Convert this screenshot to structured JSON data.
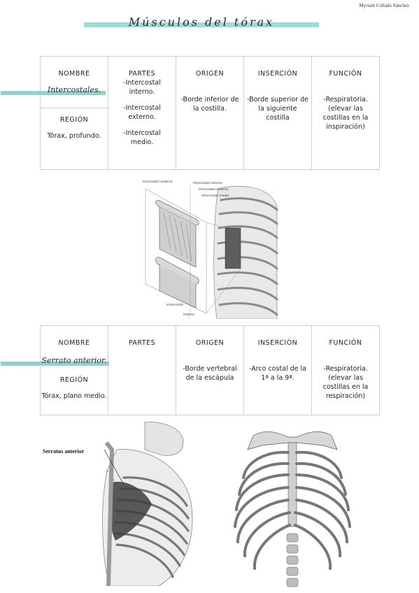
{
  "author": "Myriam Collado Sánchez",
  "title": "Músculos del tórax",
  "headers": {
    "nombre": "NOMBRE",
    "partes": "PARTES",
    "origen": "ORIGEN",
    "insercion": "INSERCIÓN",
    "funcion": "FUNCIÓN",
    "region": "REGIÓN"
  },
  "muscles": [
    {
      "name": "Intercostales.",
      "region": "Tórax, profundo.",
      "partes": [
        "-Intercostal interno.",
        "-Intercostal externo.",
        "-Intercostal medio."
      ],
      "origen": "-Borde inferior de la costilla.",
      "insercion": "-Borde superior de la siguiente costilla",
      "funcion": "-Respiratoria. (elevar las costillas en la inspiración)"
    },
    {
      "name": "Serrato anterior.",
      "region": "Tórax, plano medio.",
      "partes": [],
      "origen": "-Borde vertebral de la escápula",
      "insercion": "-Arco costal de la 1ª a la 9ª.",
      "funcion": "-Respiratoria. (elevar las costillas en la respiración)"
    }
  ],
  "figure1_labels": [
    "Intercostal externo",
    "Intercostal interno",
    "Intercostal externo",
    "Intercostal medio",
    "intercostal",
    "interno"
  ],
  "figure2_label": "Serratus anterior",
  "icons": [
    "rib-diagram",
    "serratus-side-view",
    "ribcage-front-view"
  ],
  "colors": {
    "accent": "#8fd3cb",
    "border": "#cfcfcf"
  }
}
